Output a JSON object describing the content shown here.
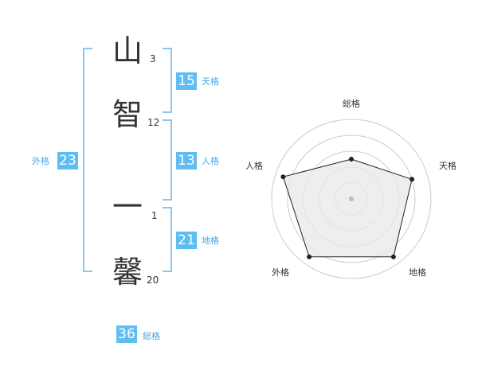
{
  "name": {
    "characters": [
      {
        "char": "山",
        "strokes": "3"
      },
      {
        "char": "智",
        "strokes": "12"
      },
      {
        "char": "一",
        "strokes": "1"
      },
      {
        "char": "馨",
        "strokes": "20"
      }
    ]
  },
  "kaku": {
    "ten": {
      "value": "15",
      "label": "天格"
    },
    "jin": {
      "value": "13",
      "label": "人格"
    },
    "chi": {
      "value": "21",
      "label": "地格"
    },
    "gai": {
      "value": "23",
      "label": "外格"
    },
    "sou": {
      "value": "36",
      "label": "総格"
    }
  },
  "radar": {
    "axes": [
      "総格",
      "天格",
      "地格",
      "外格",
      "人格"
    ],
    "max": 5,
    "rings": 5,
    "values": [
      2.5,
      4.0,
      4.5,
      4.5,
      4.5
    ],
    "colors": {
      "fill": "#e8e8e8",
      "line": "#222222",
      "ring": "#cccccc",
      "center": "#bbbbbb"
    }
  },
  "colors": {
    "accent": "#5fbdf2",
    "bracket": "#8cc6ef"
  }
}
